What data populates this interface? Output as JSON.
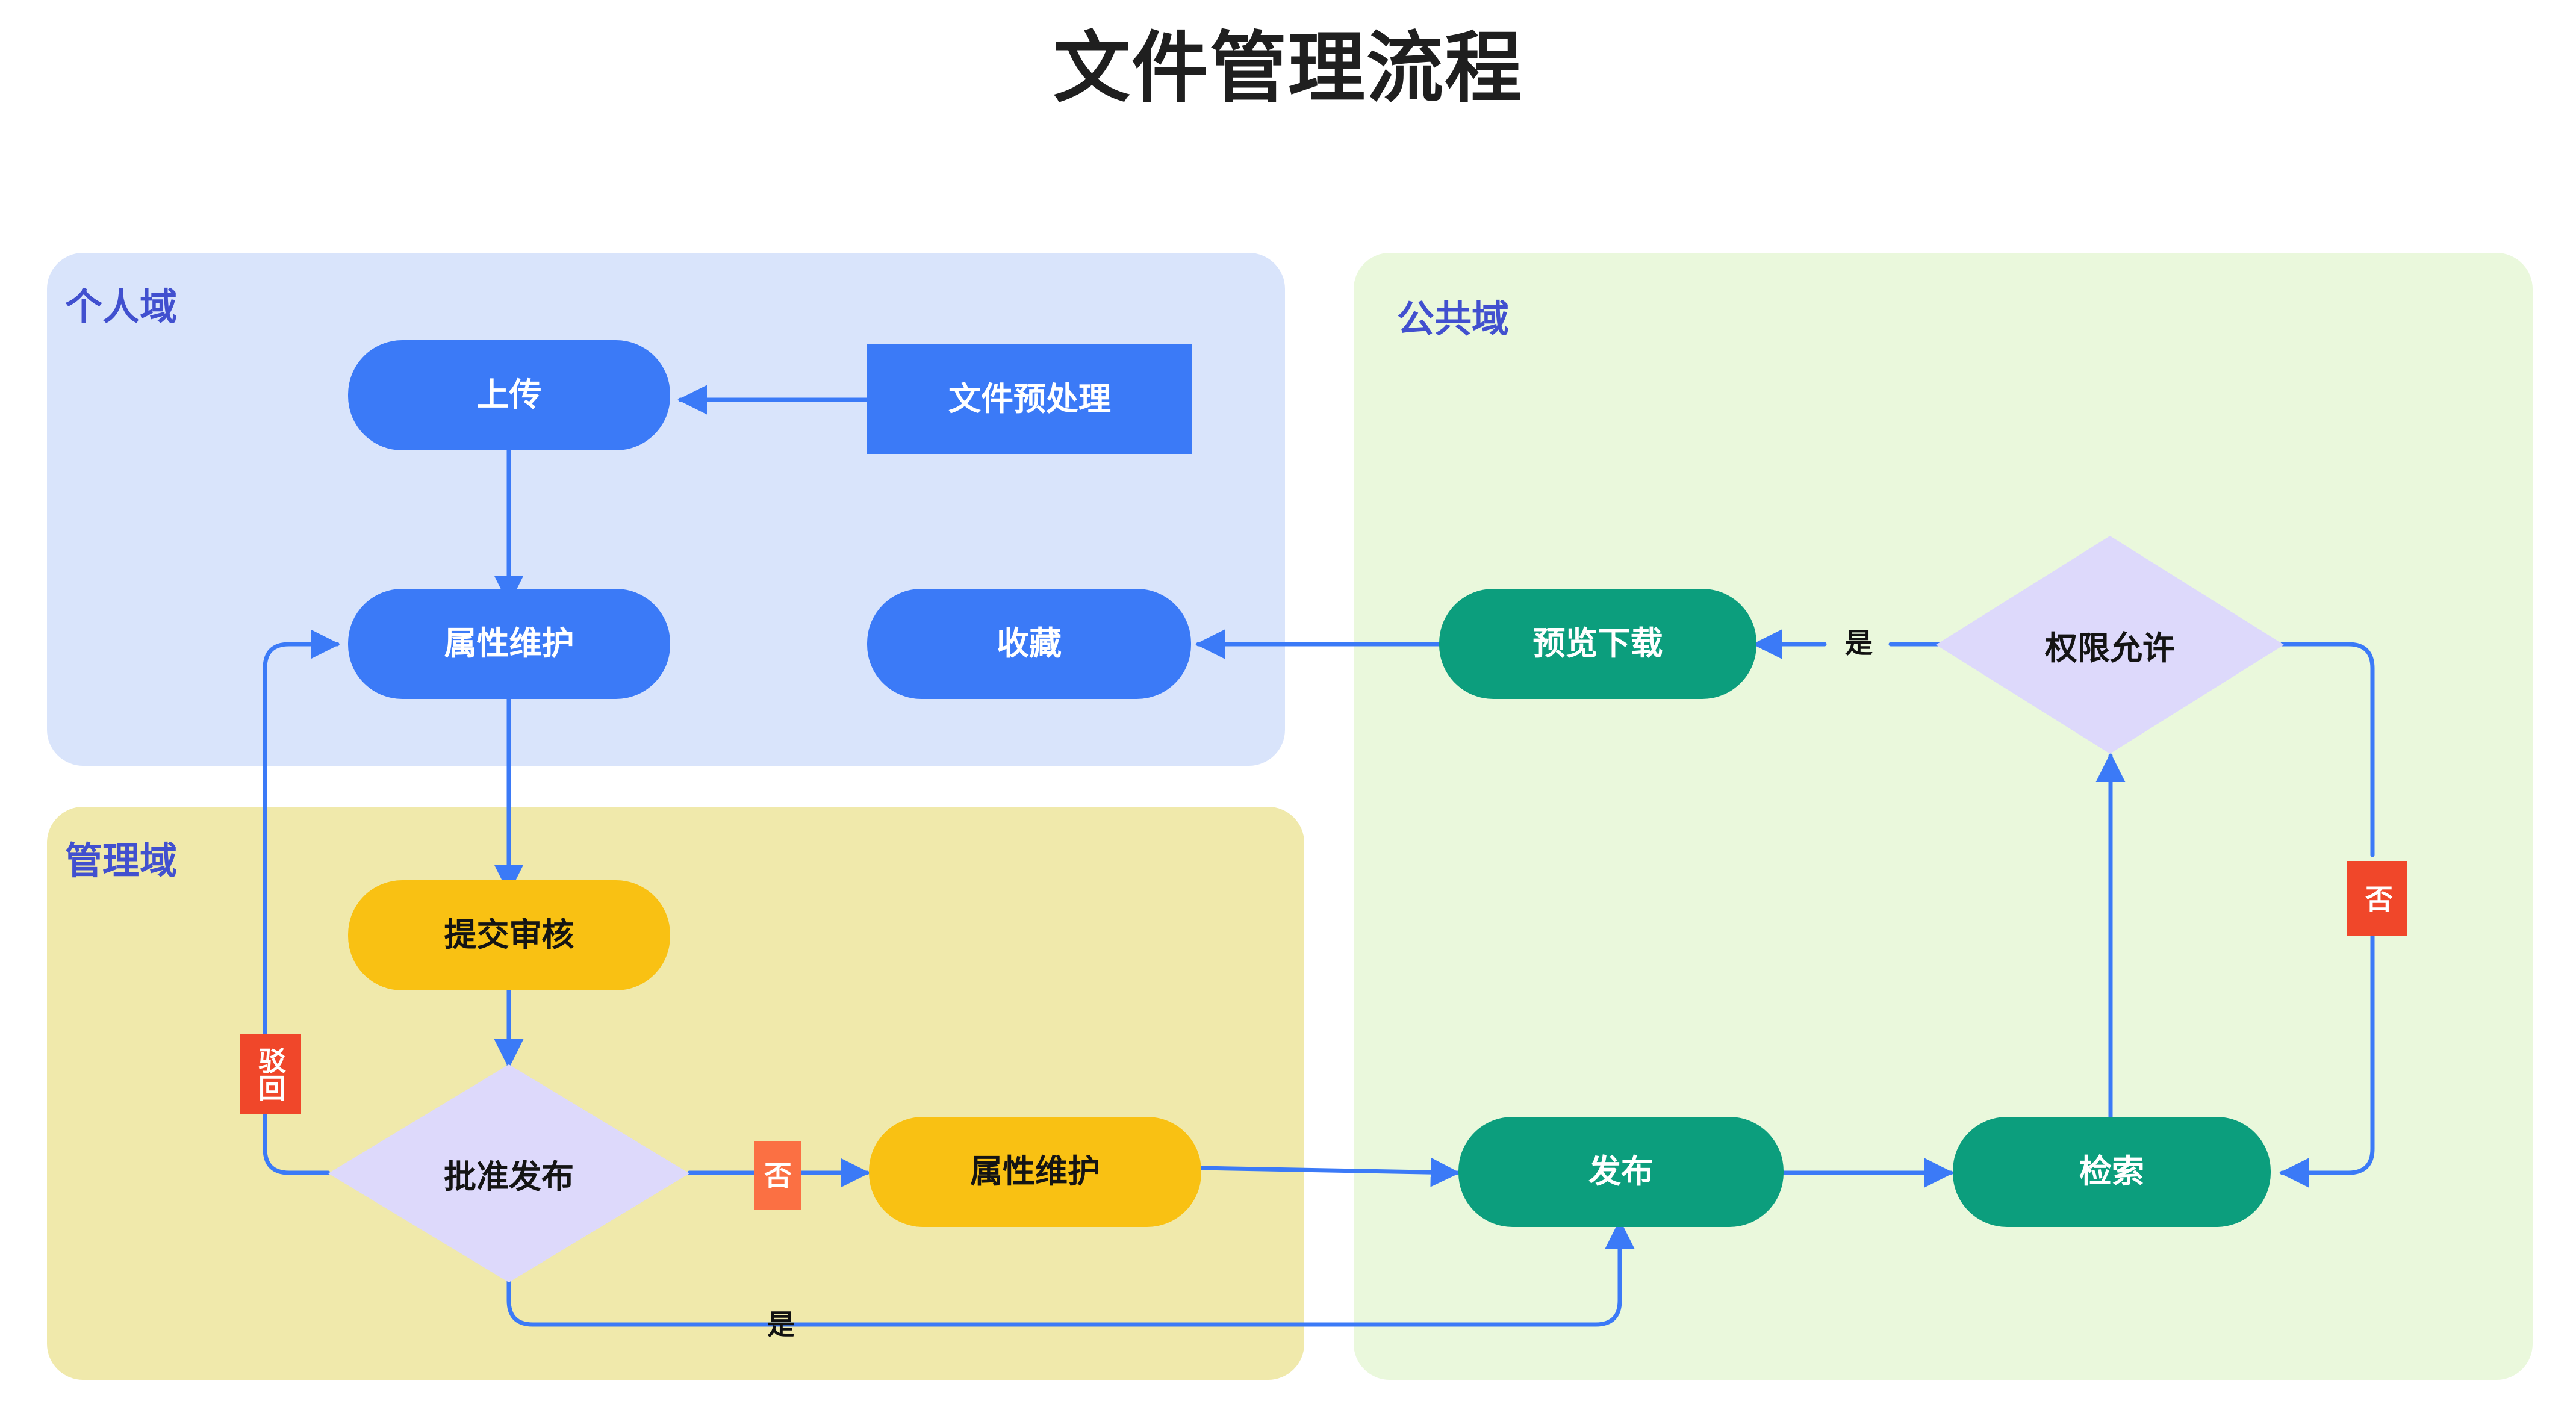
{
  "title": "文件管理流程",
  "lanes": [
    {
      "id": "personal",
      "label": "个人域",
      "color": "#d9e4fb"
    },
    {
      "id": "manage",
      "label": "管理域",
      "color": "#f0e9ab"
    },
    {
      "id": "public",
      "label": "公共域",
      "color": "#eaf8dc"
    }
  ],
  "nodes": [
    {
      "id": "upload",
      "label": "上传",
      "shape": "stadium",
      "lane": "personal",
      "fill": "#3b7af7",
      "text": "#ffffff"
    },
    {
      "id": "preprocess",
      "label": "文件预处理",
      "shape": "rectangle",
      "lane": "personal",
      "fill": "#3b7af7",
      "text": "#ffffff"
    },
    {
      "id": "attr_personal",
      "label": "属性维护",
      "shape": "stadium",
      "lane": "personal",
      "fill": "#3b7af7",
      "text": "#ffffff"
    },
    {
      "id": "favorite",
      "label": "收藏",
      "shape": "stadium",
      "lane": "personal",
      "fill": "#3b7af7",
      "text": "#ffffff"
    },
    {
      "id": "submit_review",
      "label": "提交审核",
      "shape": "stadium",
      "lane": "manage",
      "fill": "#f9c113",
      "text": "#141414"
    },
    {
      "id": "approve",
      "label": "批准发布",
      "shape": "diamond",
      "lane": "manage",
      "fill": "#ddd9fb",
      "text": "#141414"
    },
    {
      "id": "attr_manage",
      "label": "属性维护",
      "shape": "stadium",
      "lane": "manage",
      "fill": "#f9c113",
      "text": "#141414"
    },
    {
      "id": "preview_dl",
      "label": "预览下载",
      "shape": "stadium",
      "lane": "public",
      "fill": "#0c9e7d",
      "text": "#ffffff"
    },
    {
      "id": "permission",
      "label": "权限允许",
      "shape": "diamond",
      "lane": "public",
      "fill": "#ddd9fb",
      "text": "#141414"
    },
    {
      "id": "publish",
      "label": "发布",
      "shape": "stadium",
      "lane": "public",
      "fill": "#0c9e7d",
      "text": "#ffffff"
    },
    {
      "id": "search",
      "label": "检索",
      "shape": "stadium",
      "lane": "public",
      "fill": "#0c9e7d",
      "text": "#ffffff"
    }
  ],
  "edges": [
    {
      "from": "preprocess",
      "to": "upload",
      "label": ""
    },
    {
      "from": "upload",
      "to": "attr_personal",
      "label": ""
    },
    {
      "from": "attr_personal",
      "to": "submit_review",
      "label": ""
    },
    {
      "from": "submit_review",
      "to": "approve",
      "label": ""
    },
    {
      "from": "approve",
      "to": "attr_personal",
      "label": "驳回",
      "style": "red"
    },
    {
      "from": "approve",
      "to": "attr_manage",
      "label": "否",
      "style": "orange"
    },
    {
      "from": "approve",
      "to": "publish",
      "label": "是",
      "style": "plain"
    },
    {
      "from": "attr_manage",
      "to": "publish",
      "label": ""
    },
    {
      "from": "publish",
      "to": "search",
      "label": ""
    },
    {
      "from": "search",
      "to": "permission",
      "label": ""
    },
    {
      "from": "permission",
      "to": "preview_dl",
      "label": "是",
      "style": "plain"
    },
    {
      "from": "permission",
      "to": "search",
      "label": "否",
      "style": "red"
    },
    {
      "from": "preview_dl",
      "to": "favorite",
      "label": ""
    }
  ],
  "edge_labels": {
    "reject": "驳回",
    "no_approve": "否",
    "yes_approve": "是",
    "yes_perm": "是",
    "no_perm": "否"
  },
  "colors": {
    "connector": "#3b7af7",
    "lane_text": "#4150cf",
    "title_text": "#1f1f1f",
    "red_label_bg": "#f0472a",
    "orange_label_bg": "#fb7043",
    "blue_node": "#3b7af7",
    "yellow_node": "#f9c113",
    "teal_node": "#0c9e7d",
    "diamond_node": "#ddd9fb",
    "canvas": "#ffffff"
  }
}
